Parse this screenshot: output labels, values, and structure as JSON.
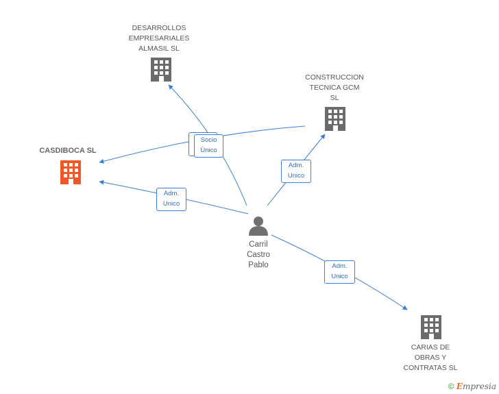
{
  "nodes": {
    "desarrollos": {
      "label": "DESARROLLOS\nEMPRESARIALES\nALMASIL SL",
      "icon": "building-icon",
      "color": "#6b6b6b"
    },
    "construccion": {
      "label": "CONSTRUCCION\nTECNICA GCM\nSL",
      "icon": "building-icon",
      "color": "#6b6b6b"
    },
    "casdiboca": {
      "label": "CASDIBOCA SL",
      "icon": "building-icon",
      "color": "#f0582a"
    },
    "carias": {
      "label": "CARIAS DE\nOBRAS Y\nCONTRATAS SL",
      "icon": "building-icon",
      "color": "#6b6b6b"
    },
    "person": {
      "label": "Carril\nCastro\nPablo",
      "icon": "person-icon",
      "color": "#707070"
    }
  },
  "relations": {
    "socio": "Socio\nÚnico",
    "adm1": "Adm.\nUnico",
    "adm2": "Adm.\nUnico",
    "adm3": "Adm.\nUnico"
  },
  "footer": {
    "copyright": "©",
    "brand_first": "E",
    "brand_rest": "mpresia"
  },
  "colors": {
    "edge": "#3c7fd6",
    "accent": "#f0582a"
  }
}
